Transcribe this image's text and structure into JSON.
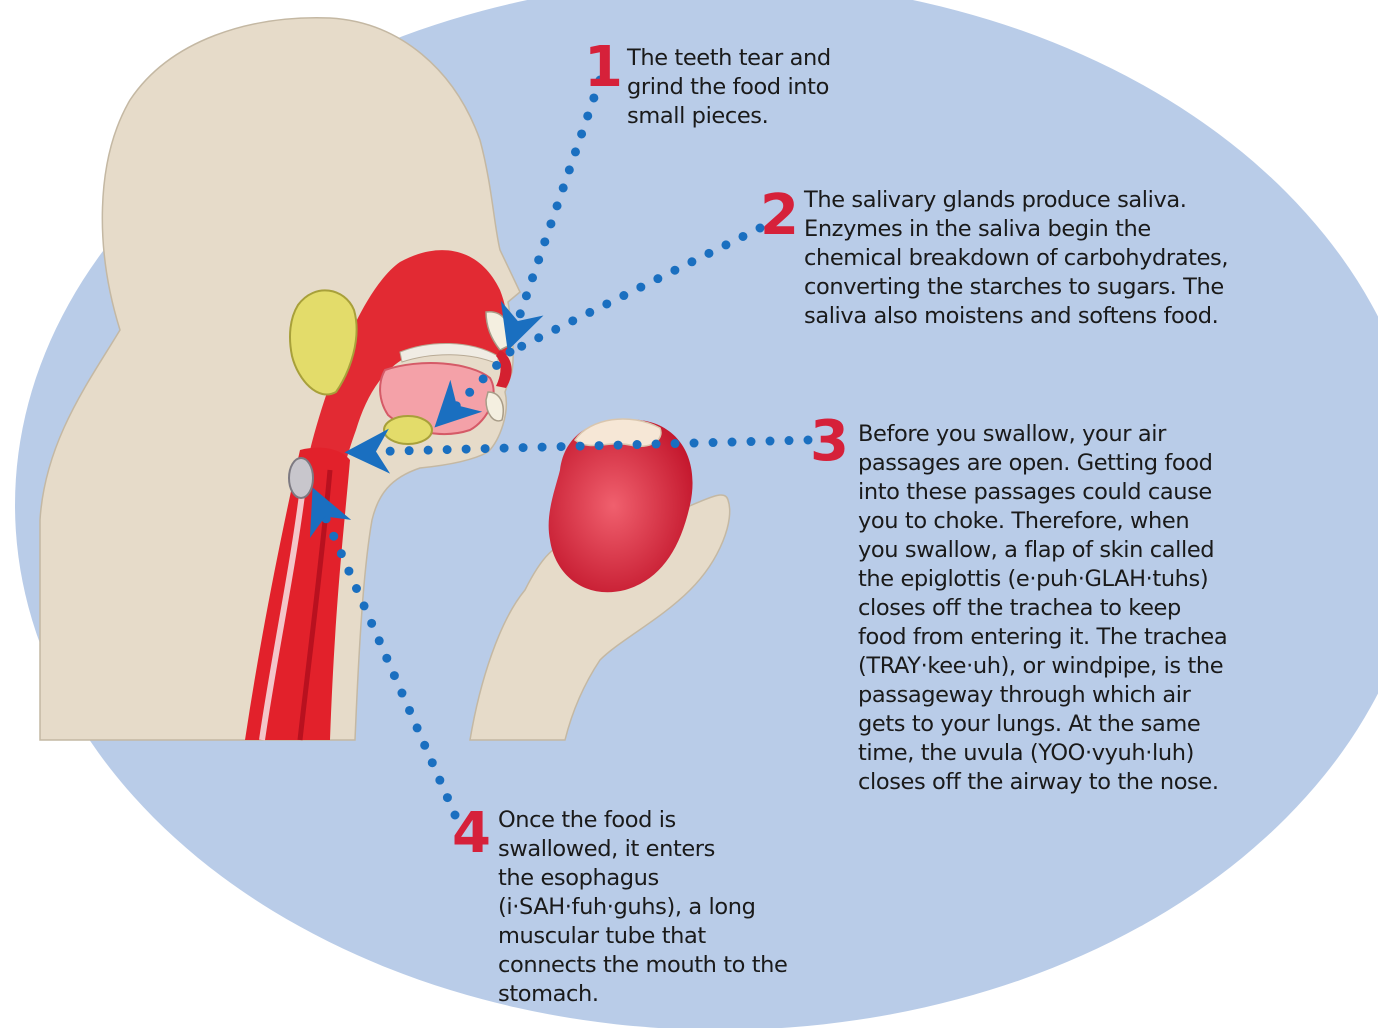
{
  "callouts": [
    {
      "number": "1",
      "text": "The teeth tear and\ngrind the food into\nsmall pieces."
    },
    {
      "number": "2",
      "text": "The salivary glands produce saliva.\nEnzymes in the saliva begin the\nchemical breakdown of carbohydrates,\nconverting the starches to sugars. The\nsaliva also moistens and softens food."
    },
    {
      "number": "3",
      "text": "Before you swallow, your air\npassages are open. Getting food\ninto these passages could cause\nyou to choke. Therefore, when\nyou swallow, a flap of skin called\nthe epiglottis (e·puh·GLAH·tuhs)\ncloses off the trachea to keep\nfood from entering it. The trachea\n(TRAY·kee·uh), or windpipe, is the\npassageway through which air\ngets to your lungs. At the same\ntime, the uvula (YOO·vyuh·luh)\ncloses off the airway to the nose."
    },
    {
      "number": "4",
      "text": "Once the food is\nswallowed, it enters\nthe esophagus\n(i·SAH·fuh·guhs), a long\nmuscular tube that\nconnects the mouth to the\nstomach."
    }
  ],
  "colors": {
    "background_ellipse": "#b9cce8",
    "skin": "#e6dbc9",
    "tissue_red": "#e2212b",
    "gland_yellow": "#e3dc6a",
    "arrow_blue": "#1a6fc0",
    "number_red": "#d6213a"
  },
  "icons": [
    "salivary-gland",
    "teeth",
    "apple",
    "dotted-arrow"
  ]
}
